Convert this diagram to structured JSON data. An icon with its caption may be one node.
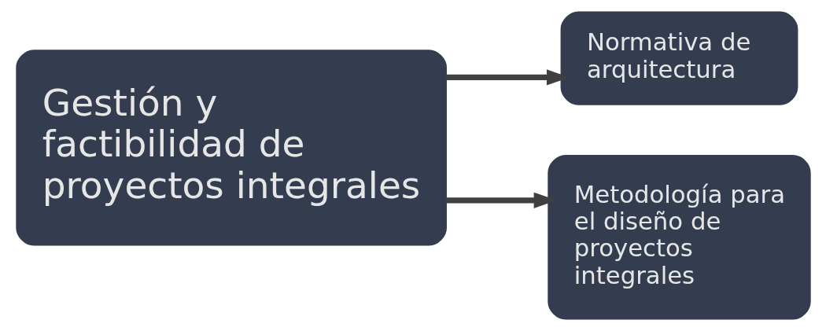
{
  "diagram": {
    "nodes": [
      {
        "text": [
          "Gestión y factibilidad de proyectos integrales"
        ]
      },
      {
        "text": [
          "Normativa de arquitectura"
        ]
      },
      {
        "text": [
          "Metodología para el diseño de proyectos integrales"
        ]
      }
    ],
    "edges": [
      {
        "from": 0,
        "to": 1,
        "arrow": "to"
      },
      {
        "from": 0,
        "to": 2,
        "arrow": "to"
      }
    ]
  }
}
